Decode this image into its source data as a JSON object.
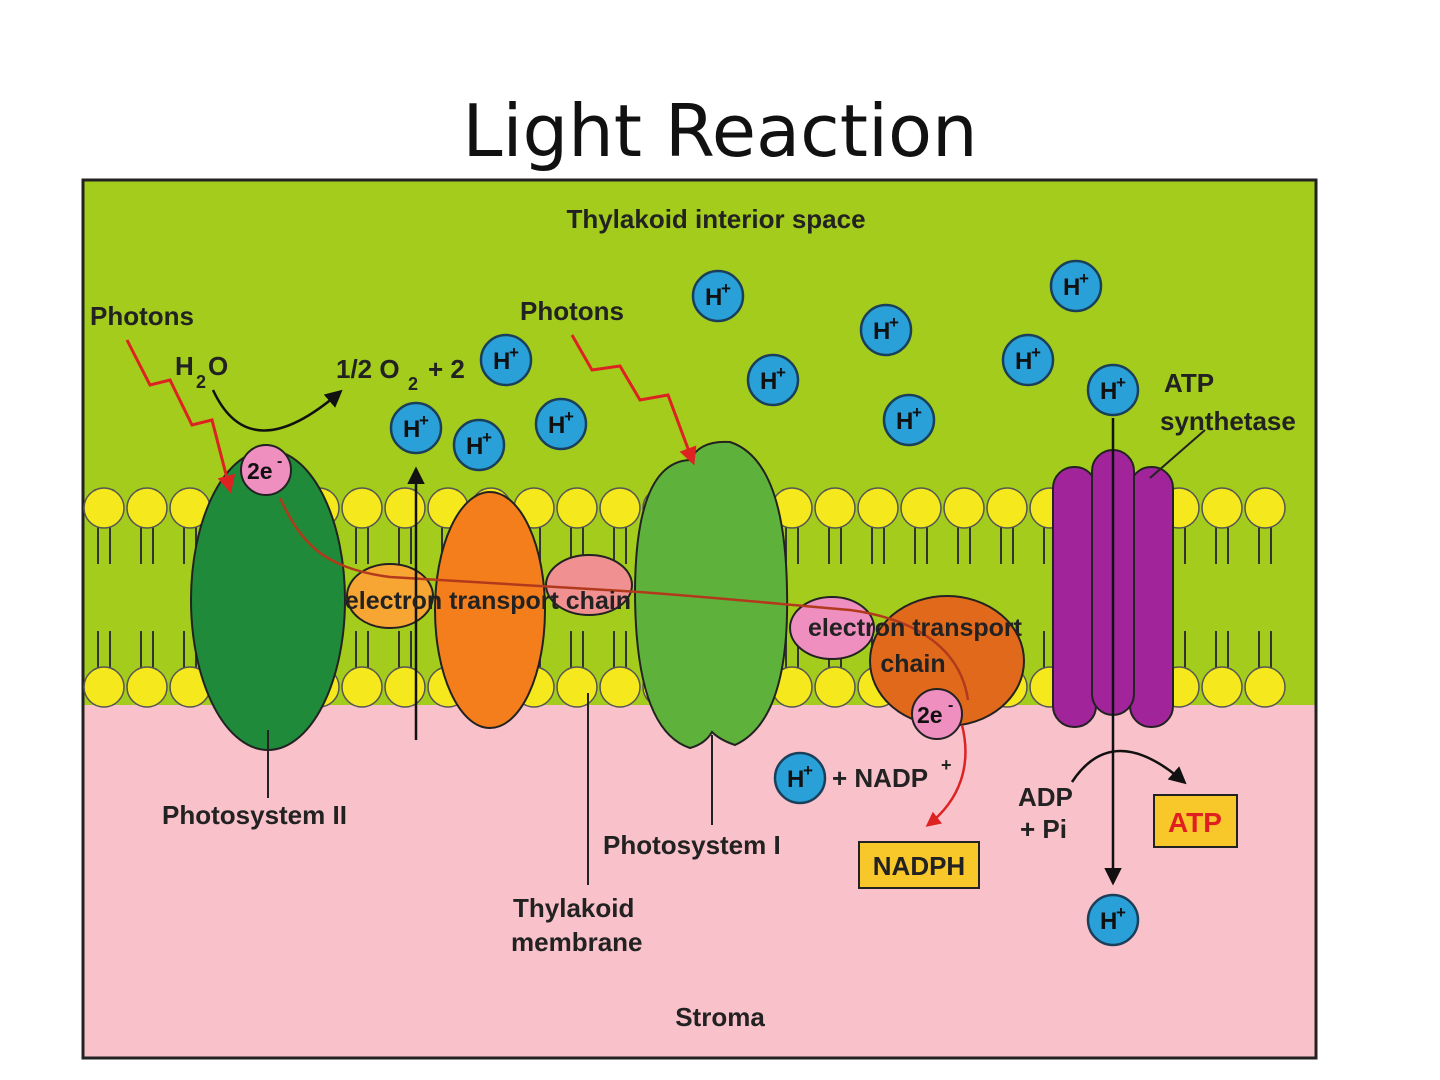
{
  "title": "Light Reaction",
  "regions": {
    "interior": "Thylakoid interior space",
    "stroma": "Stroma"
  },
  "labels": {
    "photons": "Photons",
    "h2o": "H",
    "h2o_sub": "2",
    "h2o_o": "O",
    "half_o2": "1/2 O",
    "half_o2_sub": "2",
    "plus_two": "+ 2",
    "two_e": "2e",
    "e_sup": "-",
    "etc_1": "electron transport chain",
    "etc_2_line1": "electron transport",
    "etc_2_line2": "chain",
    "atp_synthetase_line1": "ATP",
    "atp_synthetase_line2": "synthetase",
    "photosystem_ii": "Photosystem II",
    "photosystem_i": "Photosystem I",
    "thylakoid_membrane_line1": "Thylakoid",
    "thylakoid_membrane_line2": "membrane",
    "plus_nadp": "+ NADP",
    "nadp_sup": "+",
    "nadph": "NADPH",
    "adp_line1": "ADP",
    "adp_line2": "+ Pi",
    "atp": "ATP"
  },
  "ion": {
    "symbol": "H",
    "charge": "+"
  },
  "colors": {
    "interior": "#a4cc1c",
    "stroma": "#f9c1c9",
    "lipid_head": "#f5e81c",
    "photosystem_ii": "#1e8a3a",
    "photosystem_i": "#5eb23b",
    "cytochrome": "#f57e1c",
    "etc_small_orange": "#f7a533",
    "etc_small_pink": "#f09090",
    "etc_pink2": "#ee8fc0",
    "nadp_reductase": "#e0691c",
    "atp_synthase": "#a1249a",
    "ion": "#2aa0d8",
    "photon_arrow": "#dd2222",
    "electron_path": "#b23a1c",
    "product_box": "#f8c72a"
  }
}
